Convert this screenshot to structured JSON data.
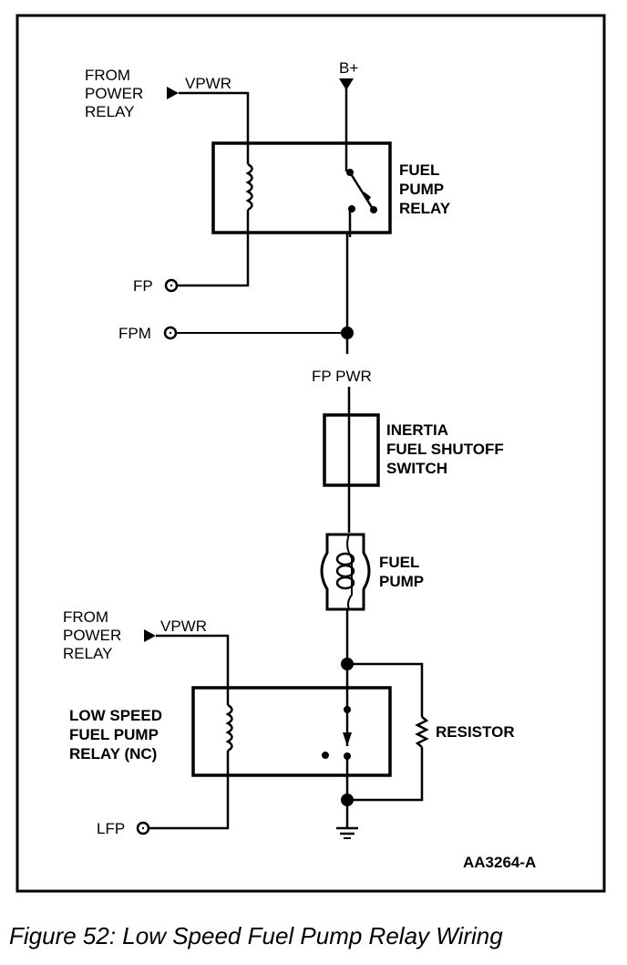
{
  "figure": {
    "caption": "Figure 52: Low Speed Fuel Pump Relay Wiring",
    "drawing_id": "AA3264-A"
  },
  "colors": {
    "ink": "#000000",
    "paper": "#ffffff"
  },
  "top_section": {
    "source_label": [
      "FROM",
      "POWER",
      "RELAY"
    ],
    "vpwr_label": "VPWR",
    "battery_label": "B+",
    "relay_label": [
      "FUEL",
      "PUMP",
      "RELAY"
    ],
    "fp_terminal_label": "FP",
    "fpm_terminal_label": "FPM",
    "fp_pwr_label": "FP PWR"
  },
  "middle_section": {
    "inertia_switch_label": [
      "INERTIA",
      "FUEL SHUTOFF",
      "SWITCH"
    ],
    "fuel_pump_label": [
      "FUEL",
      "PUMP"
    ]
  },
  "bottom_section": {
    "source_label": [
      "FROM",
      "POWER",
      "RELAY"
    ],
    "vpwr_label": "VPWR",
    "relay_label": [
      "LOW SPEED",
      "FUEL PUMP",
      "RELAY (NC)"
    ],
    "resistor_label": "RESISTOR",
    "lfp_terminal_label": "LFP"
  }
}
